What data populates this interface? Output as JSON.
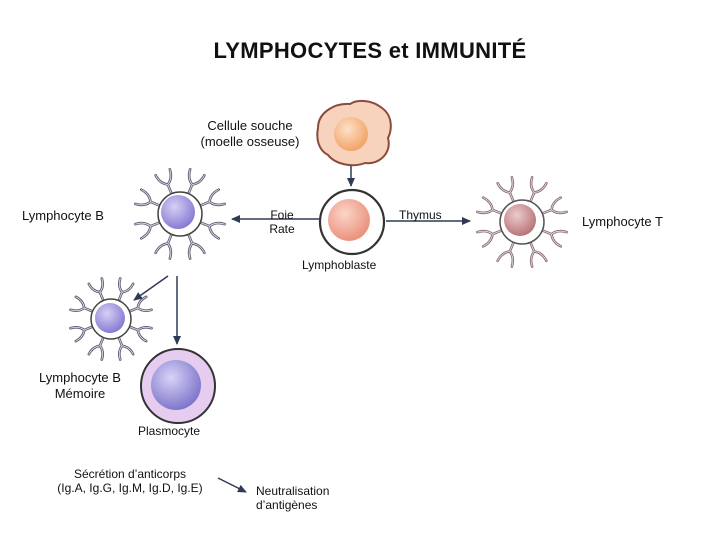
{
  "title": "LYMPHOCYTES et IMMUNITÉ",
  "labels": {
    "stem_cell": [
      "Cellule souche",
      "(moelle osseuse)"
    ],
    "lymph_b": "Lymphocyte B",
    "liver_spleen": [
      "Foie",
      "Rate"
    ],
    "thymus": "Thymus",
    "lymph_t": "Lymphocyte T",
    "lymphoblast": "Lymphoblaste",
    "memory_b": [
      "Lymphocyte B",
      "Mémoire"
    ],
    "plasmocyte": "Plasmocyte",
    "secretion": [
      "Sécrétion d’anticorps",
      "(Ig.A, Ig.G, Ig.M, Ig.D, Ig.E)"
    ],
    "neutralisation": [
      "Neutralisation",
      "d’antigènes"
    ]
  },
  "colors": {
    "stem_cell_body": "#f4cdb7",
    "stem_cell_nucleus": "#f2a96e",
    "b_cell_nucleus": "#9c90dd",
    "b_cell_membrane": "#e7e2f5",
    "t_cell_nucleus": "#c98a8c",
    "plasmocyte_cytoplasm": "#e4c8ef",
    "plasmocyte_nucleus": "#8a82d0",
    "lymphoblast_nucleus": "#eea48e",
    "receptor_b": "#5b5b6e",
    "receptor_t": "#8a6a6e",
    "arrow": "#2f3a55"
  }
}
